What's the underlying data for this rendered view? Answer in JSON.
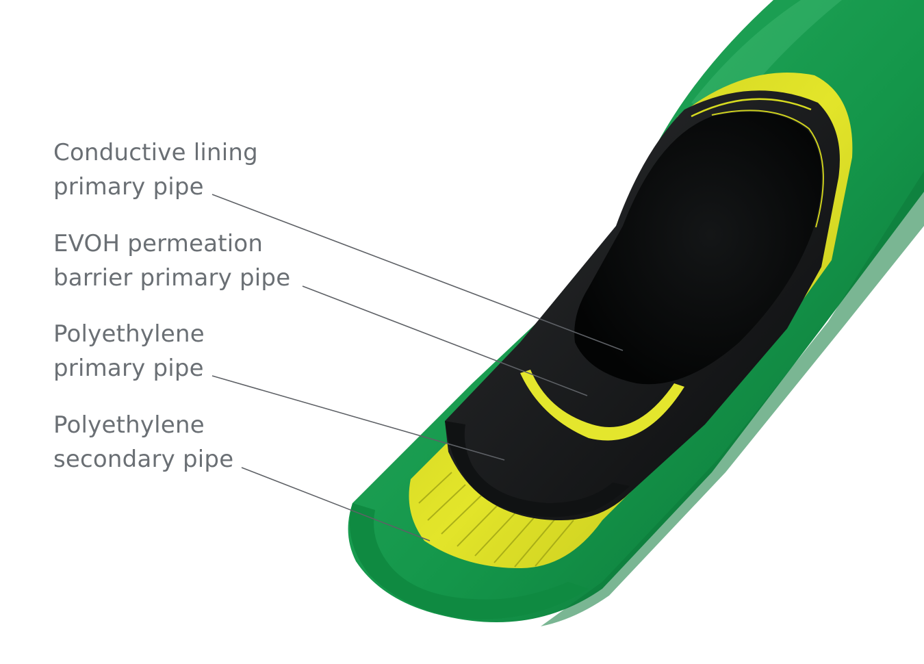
{
  "colors": {
    "label_text": "#6a6f74",
    "leader_line": "#5e6166",
    "outer_green": "#14964a",
    "outer_green_dark": "#0b6e34",
    "outer_green_light": "#2bb063",
    "yellow_layer": "#d8db1f",
    "yellow_dark": "#a8ad16",
    "black_layer": "#1d1f20",
    "black_dark": "#050606"
  },
  "labels": [
    {
      "line1": "Conductive lining",
      "line2": "primary pipe"
    },
    {
      "line1": "EVOH permeation",
      "line2": "barrier primary pipe"
    },
    {
      "line1": "Polyethylene",
      "line2": "primary pipe"
    },
    {
      "line1": "Polyethylene",
      "line2": "secondary pipe"
    }
  ]
}
